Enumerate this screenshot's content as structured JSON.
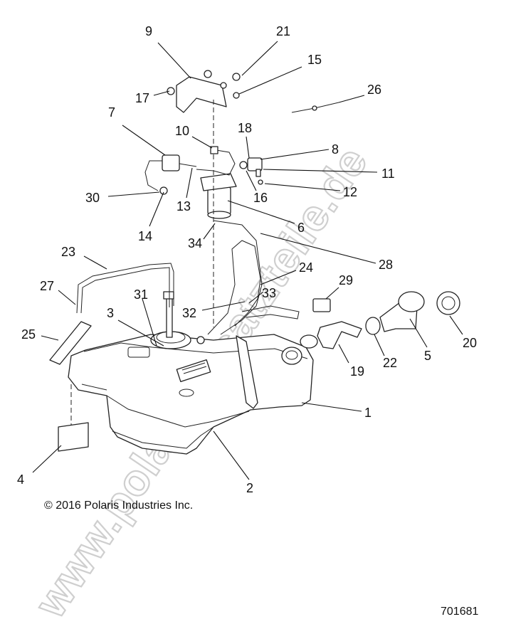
{
  "watermark": "www.polarisersatzteile.de",
  "copyright": "© 2016 Polaris Industries Inc.",
  "diagram_id": "701681",
  "callouts": [
    "1",
    "2",
    "3",
    "4",
    "5",
    "6",
    "7",
    "8",
    "9",
    "10",
    "11",
    "12",
    "13",
    "14",
    "15",
    "16",
    "17",
    "18",
    "19",
    "20",
    "21",
    "22",
    "23",
    "24",
    "25",
    "26",
    "27",
    "28",
    "29",
    "30",
    "31",
    "32",
    "33",
    "34"
  ]
}
